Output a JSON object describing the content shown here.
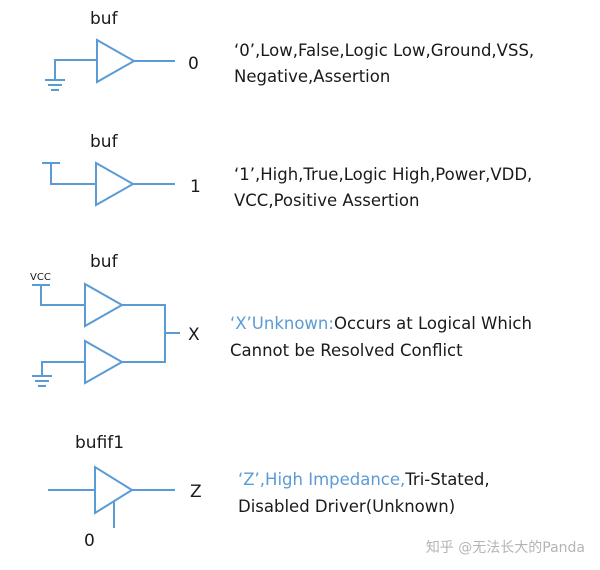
{
  "rows": [
    {
      "gate_label": "buf",
      "output_value": "0",
      "desc_line1": "‘0’,Low,False,Logic Low,Ground,VSS,",
      "desc_line2": "Negative,Assertion"
    },
    {
      "gate_label": "buf",
      "output_value": "1",
      "desc_line1": "‘1’,High,True,Logic High,Power,VDD,",
      "desc_line2": "VCC,Positive Assertion"
    },
    {
      "gate_label": "buf",
      "vcc_label": "VCC",
      "output_value": "X",
      "desc_highlight": "‘X’Unknown:",
      "desc_line1_rest": "Occurs at Logical Which",
      "desc_line2": "Cannot be Resolved Conflict"
    },
    {
      "gate_label": "bufif1",
      "output_value": "Z",
      "control_value": "0",
      "desc_highlight": "‘Z’,High Impedance,",
      "desc_line1_rest": "Tri-Stated,",
      "desc_line2": "Disabled Driver(Unknown)"
    }
  ],
  "watermark": "知乎 @无法长大的Panda",
  "colors": {
    "wire": "#5b9bd5",
    "text": "#1a1a1a",
    "highlight": "#5b9bd5"
  }
}
